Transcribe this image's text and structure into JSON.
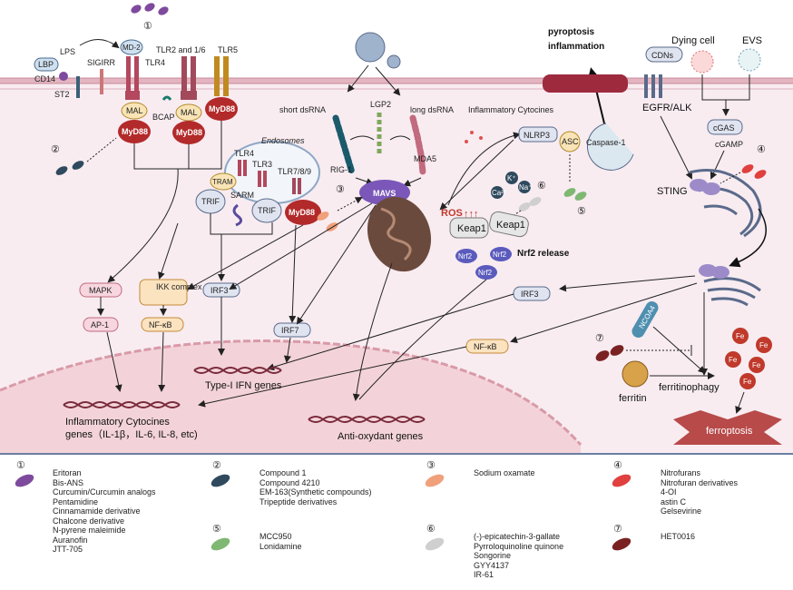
{
  "receptors": {
    "lbp": "LBP",
    "cd14": "CD14",
    "lps": "LPS",
    "md2": "MD-2",
    "tlr4": "TLR4",
    "sigirr": "SIGIRR",
    "st2": "ST2",
    "tlr2_16": "TLR2 and 1/6",
    "tlr5": "TLR5",
    "mal": "MAL",
    "bcap": "BCAP",
    "myd88": "MyD88"
  },
  "endosome": {
    "title": "Endosomes",
    "tlr4": "TLR4",
    "tlr3": "TLR3",
    "tlr789": "TLR7/8/9",
    "tram": "TRAM",
    "trif": "TRIF",
    "sarm": "SARM"
  },
  "signaling": {
    "mapk": "MAPK",
    "ap1": "AP-1",
    "ikk": "IKK complex",
    "nfkb": "NF-κB",
    "irf3": "IRF3",
    "irf7": "IRF7"
  },
  "rna_sensing": {
    "short_dsrna": "short dsRNA",
    "long_dsrna": "long dsRNA",
    "lgp2": "LGP2",
    "rig1": "RIG-1",
    "mda5": "MDA5",
    "mavs": "MAVS"
  },
  "inflammasome": {
    "pyroptosis": "pyroptosis",
    "inflammation": "inflammation",
    "nlrp3": "NLRP3",
    "asc": "ASC",
    "caspase1": "Caspase-1",
    "inflam_cytokines": "Inflammatory Cytocines",
    "ros": "ROS",
    "k": "K⁺",
    "ca": "Ca²⁺",
    "na": "Na⁺"
  },
  "nrf2": {
    "keap1": "Keap1",
    "nrf2": "Nrf2",
    "release": "Nrf2 release"
  },
  "sting": {
    "cdns": "CDNs",
    "dying_cell": "Dying cell",
    "evs": "EVS",
    "egfr_alk": "EGFR/ALK",
    "cgas": "cGAS",
    "cgamp": "cGAMP",
    "sting": "STING",
    "irf3": "IRF3",
    "nfkb": "NF-κB",
    "ncoa4": "NCOA4",
    "ferritin": "ferritin",
    "ferritinophagy": "ferritinophagy",
    "ferroptosis": "ferroptosis",
    "fe": "Fe"
  },
  "nucleus": {
    "type1_ifn": "Type-I IFN genes",
    "cytokine_genes_1": "Inflammatory Cytocines",
    "cytokine_genes_2": "genes（IL-1β，IL-6, IL-8, etc)",
    "antioxidant": "Anti-oxydant genes"
  },
  "markers": [
    "①",
    "②",
    "③",
    "④",
    "⑤",
    "⑥",
    "⑦"
  ],
  "legend": [
    {
      "num": "①",
      "color": "#7e4a9e",
      "items": [
        "Eritoran",
        "Bis-ANS",
        "Curcumin/Curcumin analogs",
        "Pentamidine",
        "Cinnamamide derivative",
        "Chalcone derivative",
        "N-pyrene maleimide",
        "Auranofin",
        "JTT-705"
      ]
    },
    {
      "num": "②",
      "color": "#2f4a5e",
      "items": [
        "Compound 1",
        "Compound 4210",
        "EM-163(Synthetic compounds)",
        "Tripeptide derivatives"
      ]
    },
    {
      "num": "③",
      "color": "#f0a07a",
      "items": [
        "Sodium oxamate"
      ]
    },
    {
      "num": "④",
      "color": "#e0403e",
      "items": [
        "Nitrofurans",
        "Nitrofuran derivatives",
        "4-OI",
        "astin C",
        "Gelsevirine"
      ]
    },
    {
      "num": "⑤",
      "color": "#7fb872",
      "items": [
        "MCC950",
        "Lonidamine"
      ]
    },
    {
      "num": "⑥",
      "color": "#cfcfcf",
      "items": [
        "(-)-epicatechin-3-gallate",
        "Pyrroloquinoline quinone",
        "Songorine",
        "GYY4137",
        "IR-61"
      ]
    },
    {
      "num": "⑦",
      "color": "#7a2222",
      "items": [
        "HET0016"
      ]
    }
  ]
}
